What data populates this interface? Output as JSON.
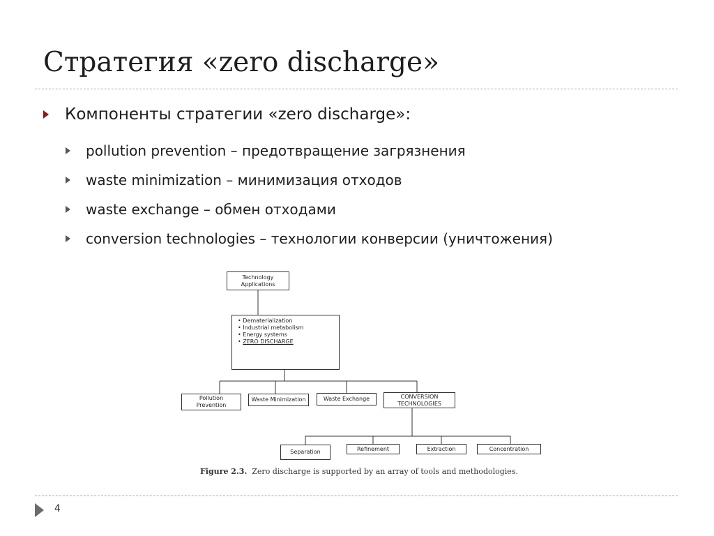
{
  "slide": {
    "title": "Стратегия «zero discharge»",
    "bullet": "Компоненты стратегии  «zero discharge»:",
    "sub_items": [
      "pollution prevention – предотвращение загрязнения",
      "waste minimization – минимизация отходов",
      "waste exchange – обмен отходами",
      "conversion technologies – технологии конверсии (уничтожения)"
    ],
    "page_number": "4"
  },
  "figure": {
    "root_line1": "Technology",
    "root_line2": "Applications",
    "middle_items": [
      "Dematerialization",
      "Industrial metabolism",
      "Energy systems",
      "ZERO DISCHARGE"
    ],
    "level2": {
      "pollution_line1": "Pollution",
      "pollution_line2": "Prevention",
      "waste_minimization": "Waste Minimization",
      "waste_exchange": "Waste Exchange",
      "conversion_line1": "CONVERSION",
      "conversion_line2": "TECHNOLOGIES"
    },
    "level3": [
      "Separation",
      "Refinement",
      "Extraction",
      "Concentration"
    ],
    "caption_label": "Figure 2.3.",
    "caption_text": "Zero discharge is supported by an array of tools and methodologies."
  }
}
